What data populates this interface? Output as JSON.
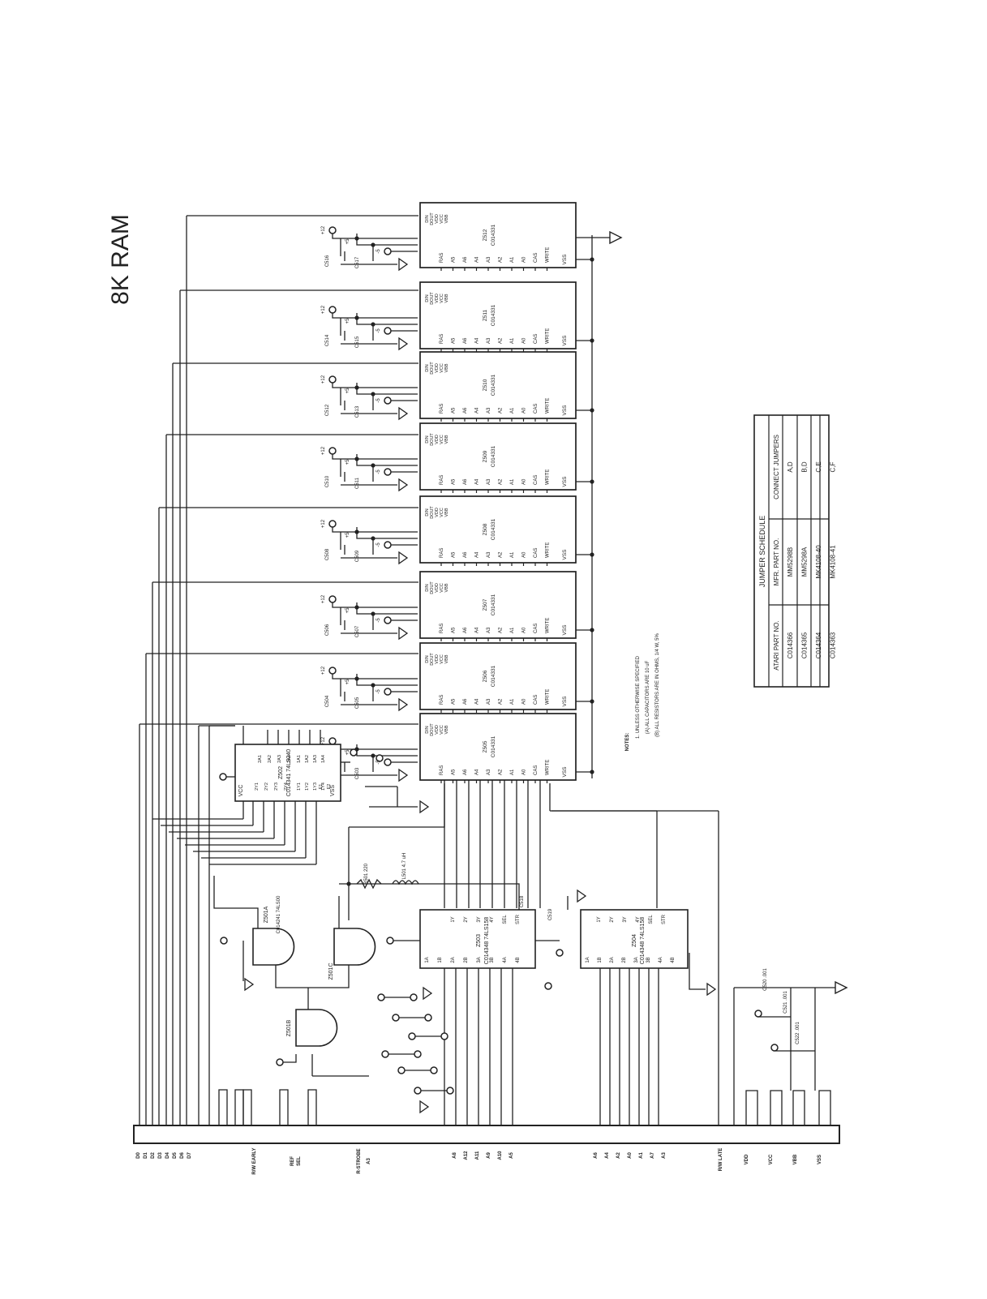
{
  "title": "8K RAM",
  "ram_chips": [
    {
      "ref": "Z512",
      "part": "C014331"
    },
    {
      "ref": "Z511",
      "part": "C014331"
    },
    {
      "ref": "Z510",
      "part": "C014331"
    },
    {
      "ref": "Z509",
      "part": "C014331"
    },
    {
      "ref": "Z508",
      "part": "C014331"
    },
    {
      "ref": "Z507",
      "part": "C014331"
    },
    {
      "ref": "Z506",
      "part": "C014331"
    },
    {
      "ref": "Z505",
      "part": "C014331"
    }
  ],
  "ram_pins": {
    "left": [
      "RAS",
      "A5",
      "A6",
      "A4",
      "A3",
      "A2",
      "A1",
      "A0",
      "CAS",
      "WRITE"
    ],
    "right": [
      "DIN",
      "DOUT",
      "VDD",
      "VCC",
      "VBB"
    ],
    "bottom": "VSS"
  },
  "decaps": [
    [
      "C516",
      "C517"
    ],
    [
      "C514",
      "C515"
    ],
    [
      "C512",
      "C513"
    ],
    [
      "C510",
      "C511"
    ],
    [
      "C508",
      "C509"
    ],
    [
      "C506",
      "C507"
    ],
    [
      "C504",
      "C505"
    ],
    [
      "C502",
      "C503"
    ]
  ],
  "supply": {
    "p12": "+12",
    "p5": "+5",
    "m5": "-5"
  },
  "buffer": {
    "ref": "Z502",
    "part": "C014341 74LS240",
    "vcc": "VCC",
    "gnd": "VSS",
    "pins": [
      "2A1",
      "2A2",
      "2A3",
      "2A4",
      "1A1",
      "1A2",
      "1A3",
      "1A4",
      "1Y1",
      "1Y2",
      "1Y3",
      "1Y4",
      "2Y1",
      "2Y2",
      "2Y3",
      "2Y4",
      "E1",
      "E2"
    ]
  },
  "gates": [
    {
      "ref": "Z501A",
      "part": "C014241 74LS00"
    },
    {
      "ref": "Z501B",
      "part": ""
    },
    {
      "ref": "Z501C",
      "part": ""
    }
  ],
  "mux": [
    {
      "ref": "Z503",
      "part": "C014348 74LS158",
      "pins": [
        "1A",
        "1B",
        "2A",
        "2B",
        "3A",
        "3B",
        "4A",
        "4B",
        "1Y",
        "2Y",
        "3Y",
        "4Y",
        "SEL",
        "STR"
      ]
    },
    {
      "ref": "Z504",
      "part": "C014348 74LS158",
      "pins": [
        "1A",
        "1B",
        "2A",
        "2B",
        "3A",
        "3B",
        "4A",
        "4B",
        "1Y",
        "2Y",
        "3Y",
        "4Y",
        "SEL",
        "STR"
      ]
    }
  ],
  "passives": {
    "resistor": "R501 220",
    "inductor": "L501 4.7 uH",
    "c518": "C518",
    "c519": "C519",
    "c520": "C520 .001",
    "c521": "C521 .001",
    "c522": "C522 .001"
  },
  "notes": {
    "heading": "NOTES:",
    "lines": [
      "1. UNLESS OTHERWISE SPECIFIED",
      "(A) ALL CAPACITORS ARE 10 uF",
      "(B) ALL RESISTORS ARE IN OHMS, 1/4 W, 5%"
    ]
  },
  "jumper_table": {
    "title": "JUMPER SCHEDULE",
    "headers": [
      "ATARI PART NO.",
      "MFR. PART NO.",
      "CONNECT JUMPERS"
    ],
    "rows": [
      [
        "C014366",
        "MM5298B",
        "A,D"
      ],
      [
        "C014365",
        "MM5298A",
        "B,D"
      ],
      [
        "C014364",
        "MK4108-40",
        "C,E"
      ],
      [
        "C014363",
        "MK4108-41",
        "C,F"
      ]
    ]
  },
  "edge_connector": {
    "signals_top": [
      "D0",
      "D1",
      "D2",
      "D3",
      "D4",
      "D5",
      "D6",
      "D7"
    ],
    "signals_mid": [
      "R/W EARLY",
      "REF",
      "SEL",
      "R-STROBE",
      "A3"
    ],
    "signals_addr": [
      "A8",
      "A12",
      "A11",
      "A9",
      "A10",
      "A5"
    ],
    "signals_addr2": [
      "A6",
      "A4",
      "A2",
      "A0",
      "A1",
      "A7",
      "A3"
    ],
    "signals_bottom": [
      "R/W LATE",
      "VDD",
      "VCC",
      "VBB",
      "VSS"
    ]
  },
  "colors": {
    "ink": "#222222",
    "paper": "#ffffff"
  }
}
